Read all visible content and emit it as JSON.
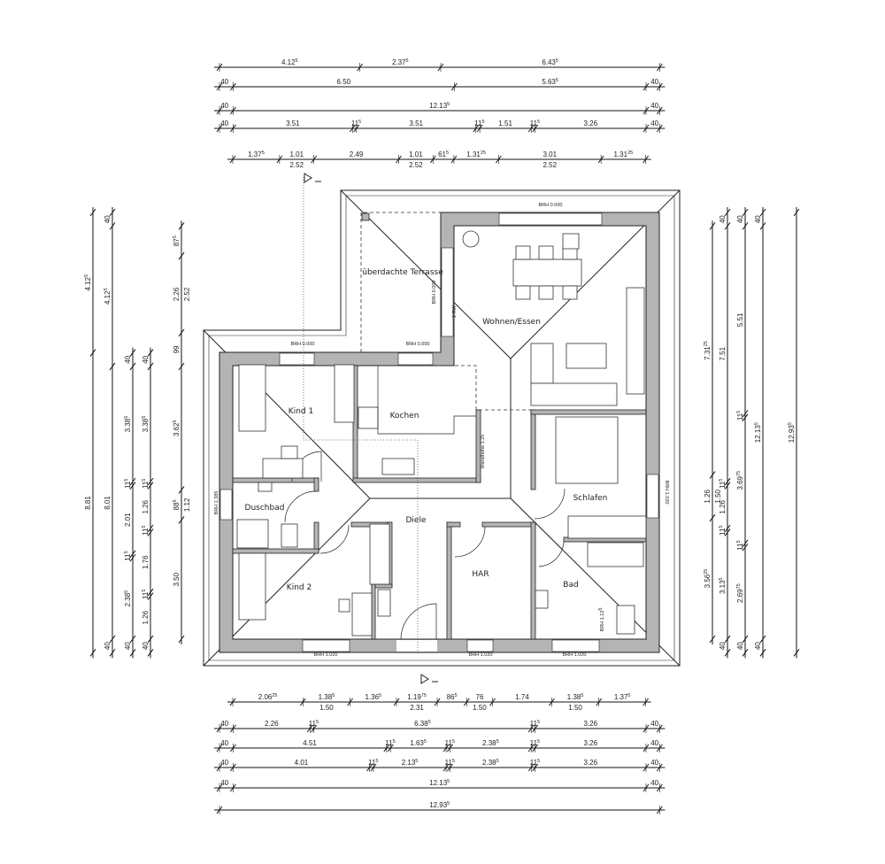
{
  "rooms": {
    "terrace": "überdachte Terrasse",
    "living": "Wohnen/Essen",
    "kid1": "Kind 1",
    "kitchen": "Kochen",
    "shower": "Duschbad",
    "hall": "Diele",
    "bedroom": "Schlafen",
    "kid2": "Kind 2",
    "utility": "HAR",
    "bath": "Bad"
  },
  "annotations": {
    "brh_top": "BRH 0.000",
    "brh_kid1": "BRH 0.000",
    "brh_terrace_bottom": "BRH 0.000",
    "brh_terrace_side": "BRH 0.000",
    "rw": "2 RW",
    "brh_left": "BRH 1.385",
    "brh_bottom_1": "BRH 1.020",
    "brh_bottom_2": "BRH 1.020",
    "brh_bottom_3": "BRH 1.020",
    "brh_right": "BRH 1.020",
    "wall_height": "Wandhöhe 1.25",
    "brh_bath": "BRH 1.12",
    "brh_bath_sup": "5"
  },
  "dimensions": {
    "top": [
      [
        [
          "4.12",
          "5"
        ],
        [
          "2.37",
          "5"
        ],
        [
          "6.43",
          "5"
        ]
      ],
      [
        [
          "40"
        ],
        [
          "6.50"
        ],
        [
          "5.63",
          "5"
        ],
        [
          "40"
        ]
      ],
      [
        [
          "40"
        ],
        [
          "12.13",
          "5"
        ],
        [
          "40"
        ]
      ],
      [
        [
          "40"
        ],
        [
          "3.51"
        ],
        [
          "11",
          "5"
        ],
        [
          "3.51"
        ],
        [
          "11",
          "5"
        ],
        [
          "1.51"
        ],
        [
          "11",
          "5"
        ],
        [
          "3.26"
        ],
        [
          "40"
        ]
      ],
      [
        [
          "1.37",
          "5"
        ],
        [
          "1.01",
          "",
          "2.52"
        ],
        [
          "2.49"
        ],
        [
          "1.01",
          "",
          "2.52"
        ],
        [
          "61",
          "5"
        ],
        [
          "1.31",
          "25"
        ],
        [
          "3.01",
          "",
          "2.52"
        ],
        [
          "1.31",
          "25"
        ]
      ]
    ],
    "bottom": [
      [
        [
          "2.06",
          "25"
        ],
        [
          "1.38",
          "5",
          "1.50"
        ],
        [
          "1.36",
          "5"
        ],
        [
          "1.19",
          "75",
          "2.31"
        ],
        [
          "86",
          "5"
        ],
        [
          "76",
          "",
          "1.50"
        ],
        [
          "1.74"
        ],
        [
          "1.38",
          "5",
          "1.50"
        ],
        [
          "1.37",
          "5"
        ]
      ],
      [
        [
          "40"
        ],
        [
          "2.26"
        ],
        [
          "11",
          "5"
        ],
        [
          "6.38",
          "5"
        ],
        [
          "11",
          "5"
        ],
        [
          "3.26"
        ],
        [
          "40"
        ]
      ],
      [
        [
          "40"
        ],
        [
          "4.51"
        ],
        [
          "11",
          "5"
        ],
        [
          "1.63",
          "5"
        ],
        [
          "11",
          "5"
        ],
        [
          "2.38",
          "5"
        ],
        [
          "11",
          "5"
        ],
        [
          "3.26"
        ],
        [
          "40"
        ]
      ],
      [
        [
          "40"
        ],
        [
          "4.01"
        ],
        [
          "11",
          "5"
        ],
        [
          "2.13",
          "5"
        ],
        [
          "11",
          "5"
        ],
        [
          "2.38",
          "5"
        ],
        [
          "11",
          "5"
        ],
        [
          "3.26"
        ],
        [
          "40"
        ]
      ],
      [
        [
          "40"
        ],
        [
          "12.13",
          "5"
        ],
        [
          "40"
        ]
      ],
      [
        [
          "12.93",
          "5"
        ]
      ]
    ],
    "left": [
      [
        [
          "4.12",
          "5"
        ],
        [
          "8.81"
        ]
      ],
      [
        [
          "40"
        ],
        [
          "4.12",
          "5"
        ],
        [
          "8.01"
        ],
        [
          "40"
        ]
      ],
      [
        [
          "40"
        ],
        [
          "3.38",
          "5"
        ],
        [
          "11",
          "5"
        ],
        [
          "2.01"
        ],
        [
          "11",
          "5"
        ],
        [
          "2.38",
          "5"
        ],
        [
          "40"
        ]
      ],
      [
        [
          "40"
        ],
        [
          "3.38",
          "5"
        ],
        [
          "11",
          "5"
        ],
        [
          "1.26"
        ],
        [
          "11",
          "5"
        ],
        [
          "1.76"
        ],
        [
          "11",
          "5"
        ],
        [
          "1.26"
        ],
        [
          "40"
        ]
      ],
      [
        [
          "87",
          "5"
        ],
        [
          "2.26",
          "",
          "2.52"
        ],
        [
          "99"
        ],
        [
          "3.62",
          "5"
        ],
        [
          "88",
          "5",
          "1.12"
        ],
        [
          "3.50"
        ]
      ]
    ],
    "right": [
      [
        [
          "7.31",
          "25"
        ],
        [
          "1.26",
          "",
          "1.50"
        ],
        [
          "3.56",
          "25"
        ]
      ],
      [
        [
          "40"
        ],
        [
          "7.51"
        ],
        [
          "11",
          "5"
        ],
        [
          "1.26"
        ],
        [
          "11",
          "5"
        ],
        [
          "3.13",
          "5"
        ],
        [
          "40"
        ]
      ],
      [
        [
          "40"
        ],
        [
          "5.51"
        ],
        [
          "11",
          "5"
        ],
        [
          "3.69",
          "75"
        ],
        [
          "11",
          "5"
        ],
        [
          "2.69",
          "75"
        ],
        [
          "40"
        ]
      ],
      [
        [
          "40"
        ],
        [
          "12.13",
          "5"
        ],
        [
          "40"
        ]
      ],
      [
        [
          "12.93",
          "5"
        ]
      ]
    ]
  }
}
